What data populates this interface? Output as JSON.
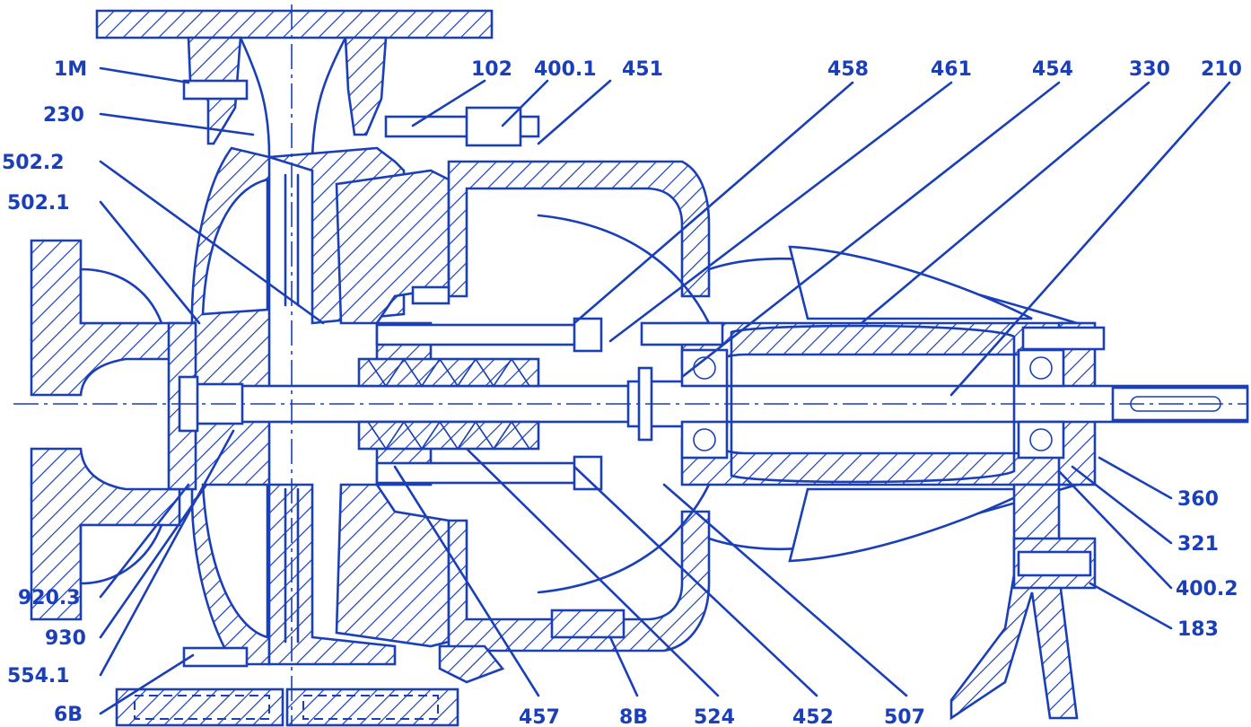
{
  "diagram": {
    "labels": {
      "l_1m": "1M",
      "l_230": "230",
      "l_502_2": "502.2",
      "l_502_1": "502.1",
      "l_102": "102",
      "l_400_1": "400.1",
      "l_451": "451",
      "l_458": "458",
      "l_461": "461",
      "l_454": "454",
      "l_330": "330",
      "l_210": "210",
      "l_360": "360",
      "l_321": "321",
      "l_400_2": "400.2",
      "l_183": "183",
      "l_920_3": "920.3",
      "l_930": "930",
      "l_554_1": "554.1",
      "l_6b": "6B",
      "l_457": "457",
      "l_8b": "8B",
      "l_524": "524",
      "l_452": "452",
      "l_507": "507"
    },
    "colors": {
      "ink": "#1a3fb8",
      "background": "#ffffff"
    }
  }
}
